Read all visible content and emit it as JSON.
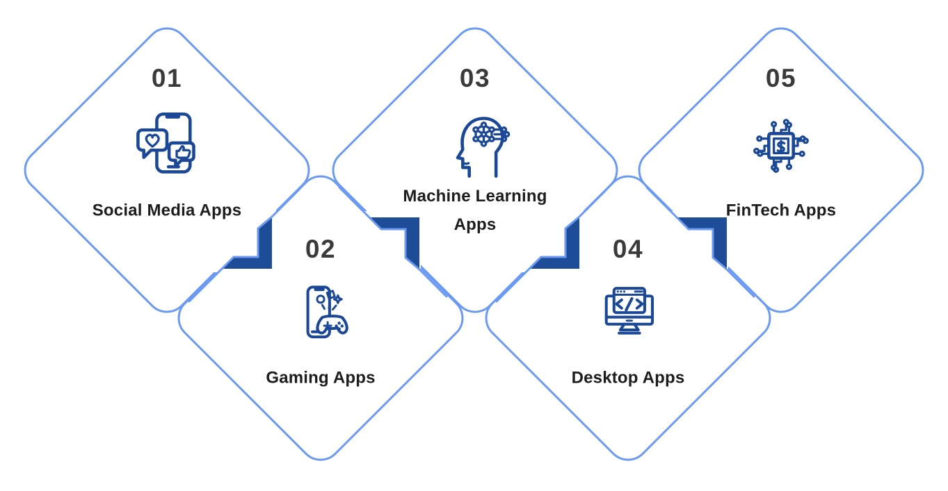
{
  "colors": {
    "border": "#6b9af3",
    "connector": "#1e4c96",
    "icon": "#1b4896",
    "number": "#3a3a3a",
    "label": "#1c1c1c"
  },
  "items": [
    {
      "number": "01",
      "label": "Social Media Apps",
      "icon": "social-media-icon"
    },
    {
      "number": "02",
      "label": "Gaming Apps",
      "icon": "gaming-icon"
    },
    {
      "number": "03",
      "label": "Machine Learning Apps",
      "icon": "machine-learning-icon"
    },
    {
      "number": "04",
      "label": "Desktop Apps",
      "icon": "desktop-icon"
    },
    {
      "number": "05",
      "label": "FinTech Apps",
      "icon": "fintech-icon"
    }
  ]
}
